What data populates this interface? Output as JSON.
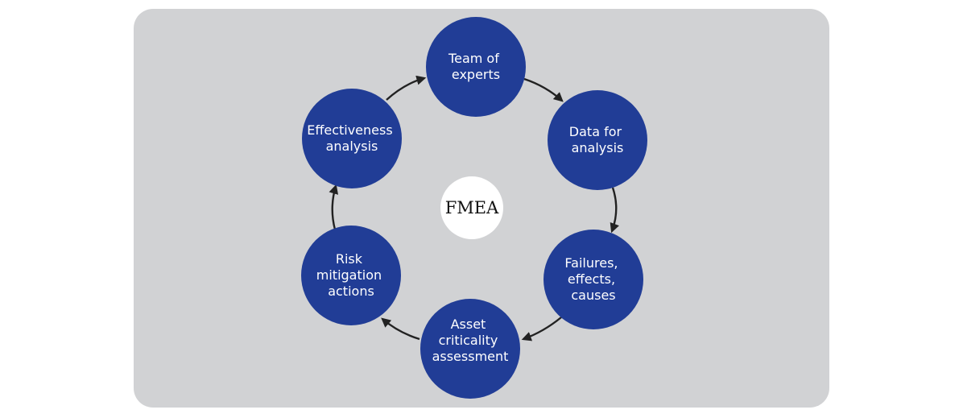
{
  "diagram": {
    "center": {
      "label": "FMEA"
    },
    "steps": [
      {
        "label": "Team of experts",
        "lines": [
          "Team of",
          "experts"
        ]
      },
      {
        "label": "Data for analysis",
        "lines": [
          "Data for",
          "analysis"
        ]
      },
      {
        "label": "Failures, effects, causes",
        "lines": [
          "Failures,",
          "effects,",
          "causes"
        ]
      },
      {
        "label": "Asset criticality assessment",
        "lines": [
          "Asset",
          "criticality",
          "assessment"
        ]
      },
      {
        "label": "Risk mitigation actions",
        "lines": [
          "Risk",
          "mitigation",
          "actions"
        ]
      },
      {
        "label": "Effectiveness analysis",
        "lines": [
          "Effectiveness",
          "analysis"
        ]
      }
    ],
    "colors": {
      "panel_background": "#d1d2d4",
      "node_fill": "#213d96",
      "node_text": "#ffffff",
      "center_fill": "#ffffff",
      "center_text": "#111111",
      "arrow": "#222222"
    }
  }
}
